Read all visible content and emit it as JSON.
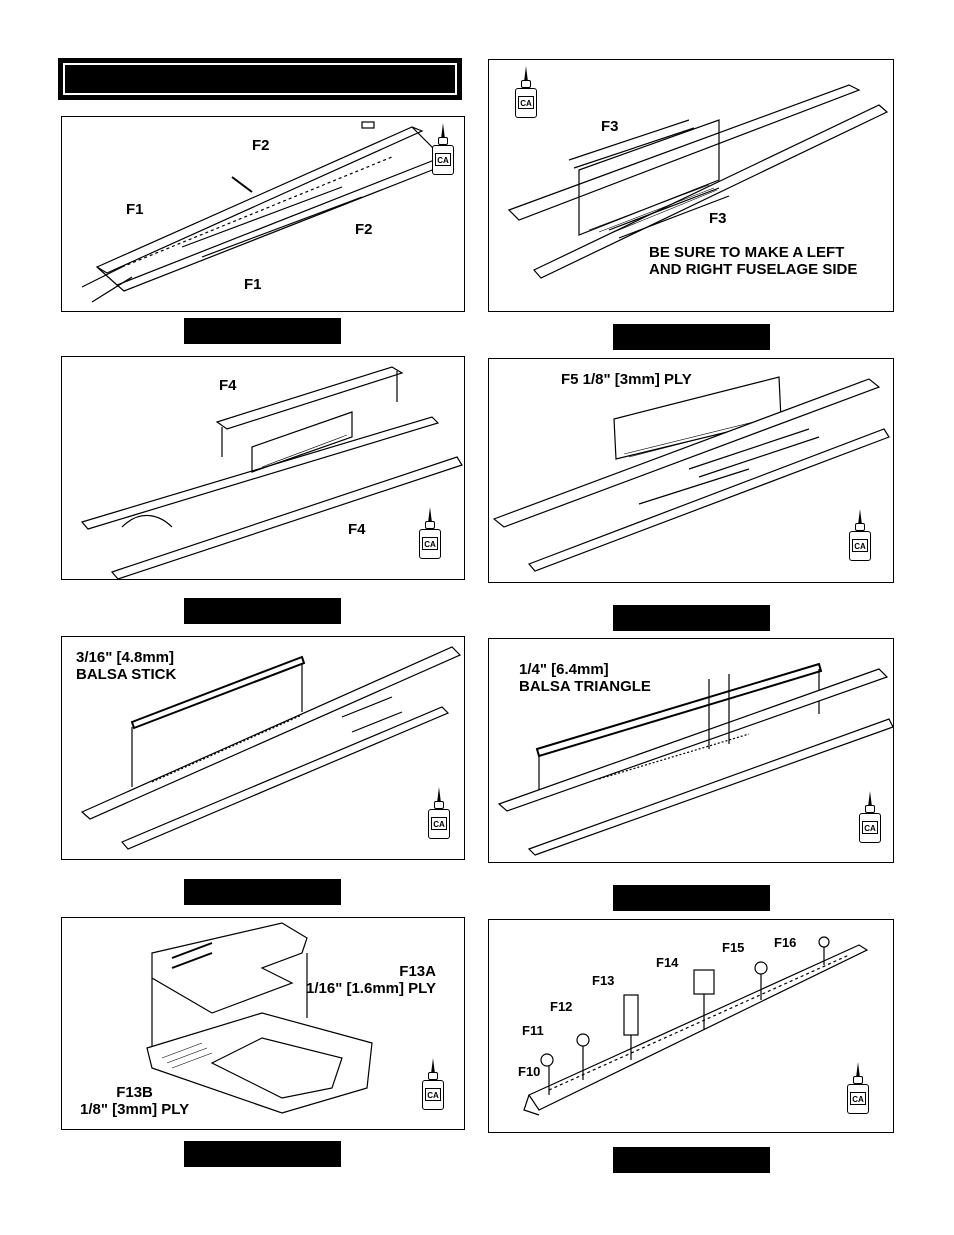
{
  "glue_icon": {
    "icon": "ca-glue-bottle-icon",
    "label": "CA"
  },
  "panels": [
    {
      "id": "fig1",
      "labels": [
        "F2",
        "F1",
        "F2",
        "F1"
      ]
    },
    {
      "id": "fig2",
      "labels": [
        "F3",
        "F3"
      ],
      "note": "BE SURE TO MAKE A LEFT\nAND RIGHT FUSELAGE SIDE"
    },
    {
      "id": "fig3",
      "labels": [
        "F4",
        "F4"
      ]
    },
    {
      "id": "fig4",
      "labels": [
        "F5 1/8\" [3mm] PLY"
      ]
    },
    {
      "id": "fig5",
      "labels": [
        "3/16\" [4.8mm]\nBALSA STICK"
      ]
    },
    {
      "id": "fig6",
      "labels": [
        "1/4\" [6.4mm]\nBALSA TRIANGLE"
      ]
    },
    {
      "id": "fig7",
      "labels": [
        "F13A\n1/16\" [1.6mm] PLY",
        "F13B\n1/8\" [3mm] PLY"
      ]
    },
    {
      "id": "fig8",
      "labels": [
        "F16",
        "F15",
        "F14",
        "F13",
        "F12",
        "F11",
        "F10"
      ]
    }
  ]
}
